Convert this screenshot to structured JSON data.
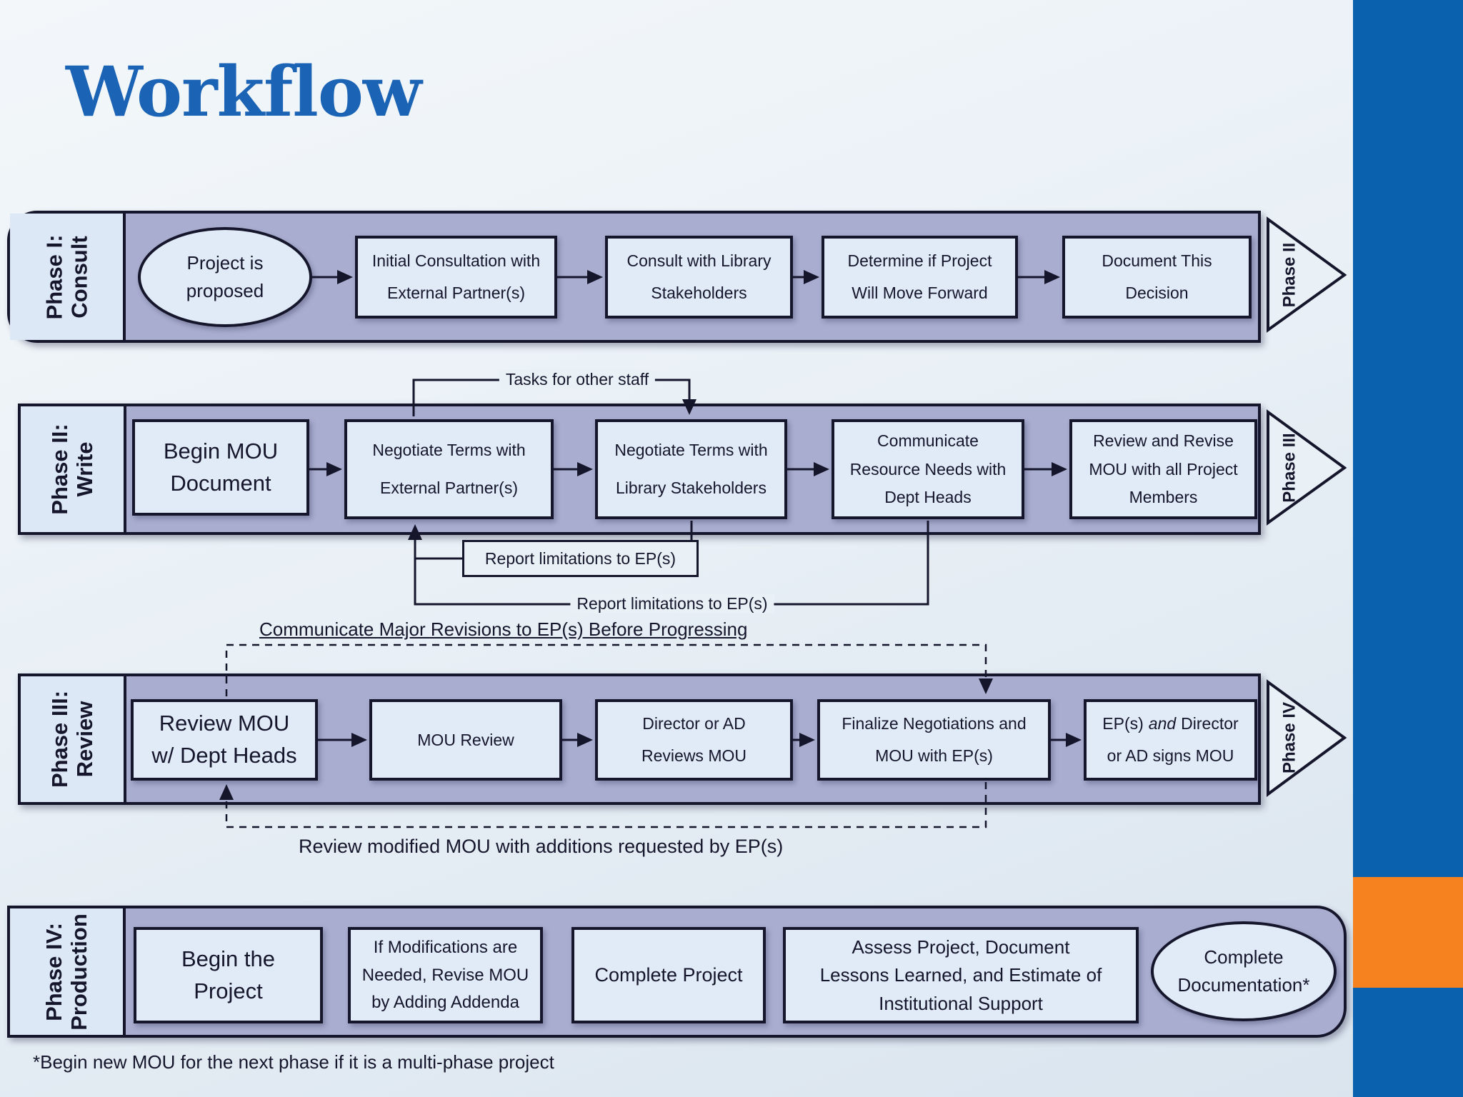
{
  "title": "Workflow",
  "footnote": "*Begin new MOU for the next phase if it is a multi-phase project",
  "colors": {
    "title_blue": "#1b63b5",
    "sidebar_blue": "#0a62af",
    "sidebar_orange": "#f5821f",
    "band_fill": "#a9aed0",
    "band_label_fill": "#dce8f6",
    "node_fill": "#e1ebf8",
    "outline_dark": "#15152b",
    "page_background": "#e9f0f6"
  },
  "phases": [
    {
      "label": {
        "line1": "Phase I:",
        "line2": "Consult"
      },
      "next_marker": "Phase II",
      "nodes": [
        {
          "shape": "ellipse",
          "lines": [
            "Project is",
            "proposed"
          ]
        },
        {
          "shape": "rect",
          "lines": [
            "Initial Consultation with",
            "External Partner(s)"
          ]
        },
        {
          "shape": "rect",
          "lines": [
            "Consult with Library",
            "Stakeholders"
          ]
        },
        {
          "shape": "rect",
          "lines": [
            "Determine if Project",
            "Will Move Forward"
          ]
        },
        {
          "shape": "rect",
          "lines": [
            "Document This",
            "Decision"
          ]
        }
      ]
    },
    {
      "label": {
        "line1": "Phase II:",
        "line2": "Write"
      },
      "next_marker": "Phase III",
      "nodes": [
        {
          "shape": "rect",
          "lines": [
            "Begin MOU",
            "Document"
          ]
        },
        {
          "shape": "rect",
          "lines": [
            "Negotiate Terms with",
            "External Partner(s)"
          ]
        },
        {
          "shape": "rect",
          "lines": [
            "Negotiate Terms with",
            "Library Stakeholders"
          ]
        },
        {
          "shape": "rect",
          "lines": [
            "Communicate",
            "Resource Needs with",
            "Dept Heads"
          ]
        },
        {
          "shape": "rect",
          "lines": [
            "Review and Revise",
            "MOU with all Project",
            "Members"
          ]
        }
      ],
      "annotations": {
        "tasks": "Tasks for other staff",
        "report_boxed": "Report limitations to EP(s)",
        "report_line": "Report limitations to EP(s)"
      }
    },
    {
      "label": {
        "line1": "Phase III:",
        "line2": "Review"
      },
      "next_marker": "Phase IV",
      "nodes": [
        {
          "shape": "rect",
          "lines": [
            "Review MOU",
            "w/ Dept Heads"
          ]
        },
        {
          "shape": "rect",
          "lines": [
            "MOU Review"
          ]
        },
        {
          "shape": "rect",
          "lines": [
            "Director or AD",
            "Reviews MOU"
          ]
        },
        {
          "shape": "rect",
          "lines": [
            "Finalize Negotiations and",
            "MOU with EP(s)"
          ]
        },
        {
          "shape": "rect",
          "parts": {
            "pre": "EP(s)",
            "italic": "and",
            "post": "Director"
          },
          "lines": [
            "EP(s) and Director",
            "or AD signs MOU"
          ]
        }
      ],
      "annotations": {
        "communicate_major": "Communicate Major Revisions to EP(s) Before Progressing",
        "review_modified": "Review modified MOU with additions requested by EP(s)"
      }
    },
    {
      "label": {
        "line1": "Phase IV:",
        "line2": "Production"
      },
      "nodes": [
        {
          "shape": "rect",
          "lines": [
            "Begin the",
            "Project"
          ]
        },
        {
          "shape": "rect",
          "lines": [
            "If Modifications are",
            "Needed, Revise MOU",
            "by Adding Addenda"
          ]
        },
        {
          "shape": "rect",
          "lines": [
            "Complete Project"
          ]
        },
        {
          "shape": "rect",
          "lines": [
            "Assess Project, Document",
            "Lessons Learned, and Estimate of",
            "Institutional Support"
          ]
        },
        {
          "shape": "ellipse",
          "lines": [
            "Complete",
            "Documentation*"
          ]
        }
      ]
    }
  ]
}
